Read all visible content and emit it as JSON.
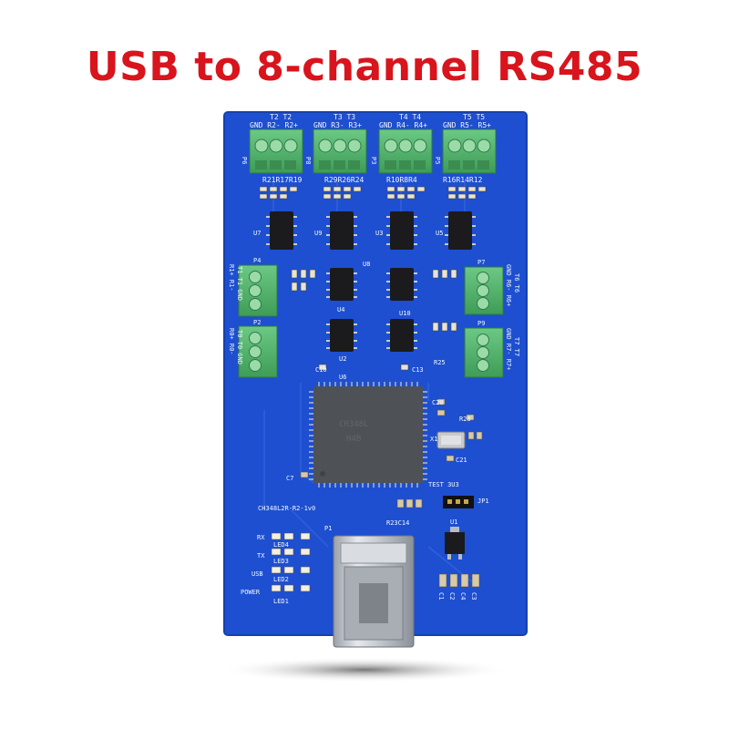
{
  "heading": {
    "title": "USB to 8-channel RS485"
  },
  "colors": {
    "title": "#d8141c",
    "pcb": "#1d4fd0",
    "terminal": "#4fb56a",
    "chip": "#1b1b1d",
    "usb_shell": "#c8ccd2"
  },
  "board": {
    "model": "CH348L2R-R2-1v0",
    "main_chip": "U6",
    "crystal": "X1",
    "test_label": "TEST 3U3",
    "jumper": "JP1",
    "usb_port": "P1",
    "regulator": "U1"
  },
  "terminals_top": [
    {
      "id": "P6",
      "channel": "T2",
      "pins": "GND R2- R2+"
    },
    {
      "id": "P8",
      "channel": "T3",
      "pins": "GND R3- R3+"
    },
    {
      "id": "P3",
      "channel": "T4",
      "pins": "GND R4- R4+"
    },
    {
      "id": "P5",
      "channel": "T5",
      "pins": "GND R5- R5+"
    }
  ],
  "terminals_left": [
    {
      "id": "P4",
      "channel": "T1",
      "pins": "R1+ R1- GND"
    },
    {
      "id": "P2",
      "channel": "T0",
      "pins": "R0+ R0- GND"
    }
  ],
  "terminals_right": [
    {
      "id": "P7",
      "channel": "T6",
      "pins": "GND R6- R6+"
    },
    {
      "id": "P9",
      "channel": "T7",
      "pins": "GND R7- R7+"
    }
  ],
  "leds": [
    {
      "label": "RX",
      "ref": "LED4"
    },
    {
      "label": "TX",
      "ref": "LED3"
    },
    {
      "label": "USB",
      "ref": "LED2"
    },
    {
      "label": "POWER",
      "ref": "LED1"
    }
  ],
  "transceivers": [
    "U7",
    "U9",
    "U3",
    "U5",
    "U8",
    "U4",
    "U10",
    "U2"
  ],
  "resistor_labels_top": [
    "R21R17R19",
    "R29R26R24",
    "R10R8R4",
    "R16R14R12"
  ],
  "cap_labels_bottom": [
    "C1",
    "C2",
    "C4",
    "C3"
  ]
}
